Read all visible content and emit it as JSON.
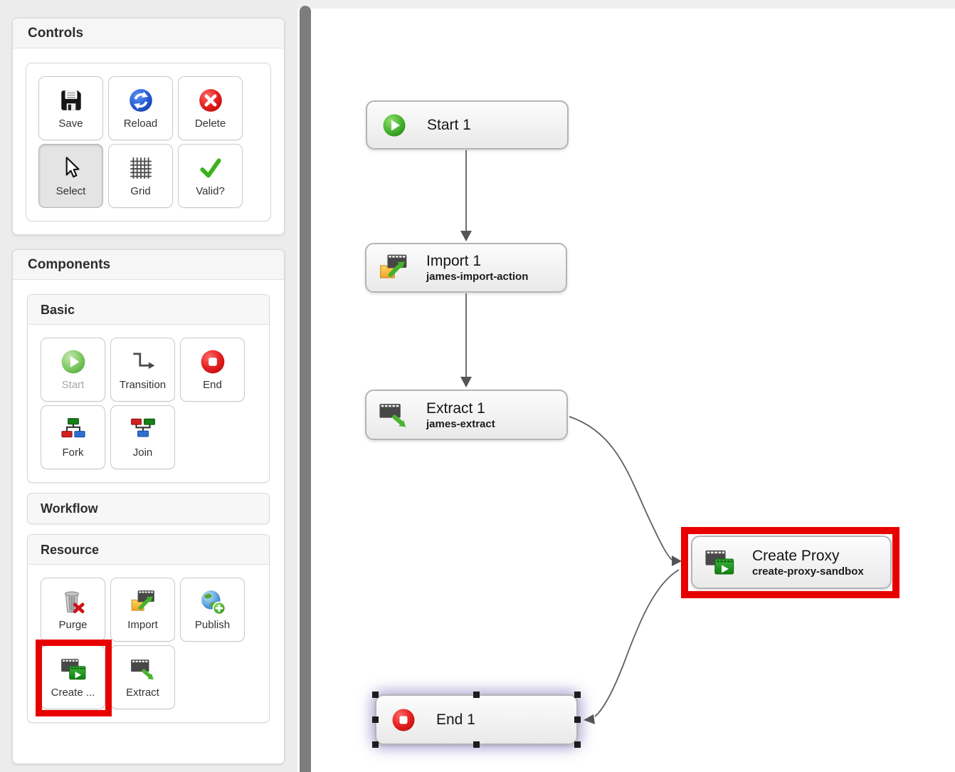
{
  "colors": {
    "highlight_red": "#e80000",
    "sidebar_bg": "#ececec",
    "canvas_bg": "#ffffff",
    "panel_header_bg": "#f6f6f6",
    "connector": "#5f5f5f",
    "selection_glow": "rgba(108,96,175,0.5)"
  },
  "sidebar": {
    "controls": {
      "title": "Controls",
      "buttons": [
        {
          "label": "Save",
          "icon": "save-icon"
        },
        {
          "label": "Reload",
          "icon": "reload-icon"
        },
        {
          "label": "Delete",
          "icon": "delete-icon"
        },
        {
          "label": "Select",
          "icon": "select-cursor-icon",
          "active": true
        },
        {
          "label": "Grid",
          "icon": "grid-icon"
        },
        {
          "label": "Valid?",
          "icon": "valid-check-icon"
        }
      ]
    },
    "components": {
      "title": "Components",
      "groups": [
        {
          "title": "Basic",
          "items": [
            {
              "label": "Start",
              "icon": "start-icon",
              "disabled": true
            },
            {
              "label": "Transition",
              "icon": "transition-icon"
            },
            {
              "label": "End",
              "icon": "end-icon"
            },
            {
              "label": "Fork",
              "icon": "fork-icon"
            },
            {
              "label": "Join",
              "icon": "join-icon"
            }
          ]
        },
        {
          "title": "Workflow",
          "items": []
        },
        {
          "title": "Resource",
          "items": [
            {
              "label": "Purge",
              "icon": "purge-icon"
            },
            {
              "label": "Import",
              "icon": "import-icon"
            },
            {
              "label": "Publish",
              "icon": "publish-icon"
            },
            {
              "label": "Create ...",
              "icon": "create-proxy-icon",
              "highlighted": true
            },
            {
              "label": "Extract",
              "icon": "extract-icon"
            }
          ]
        }
      ]
    }
  },
  "canvas": {
    "nodes": [
      {
        "title": "Start 1",
        "subtitle": "",
        "icon": "start-icon"
      },
      {
        "title": "Import 1",
        "subtitle": "james-import-action",
        "icon": "import-icon"
      },
      {
        "title": "Extract 1",
        "subtitle": "james-extract",
        "icon": "extract-icon"
      },
      {
        "title": "Create Proxy",
        "subtitle": "create-proxy-sandbox",
        "icon": "create-proxy-icon",
        "highlighted": true
      },
      {
        "title": "End 1",
        "subtitle": "",
        "icon": "end-icon",
        "selected": true
      }
    ]
  }
}
